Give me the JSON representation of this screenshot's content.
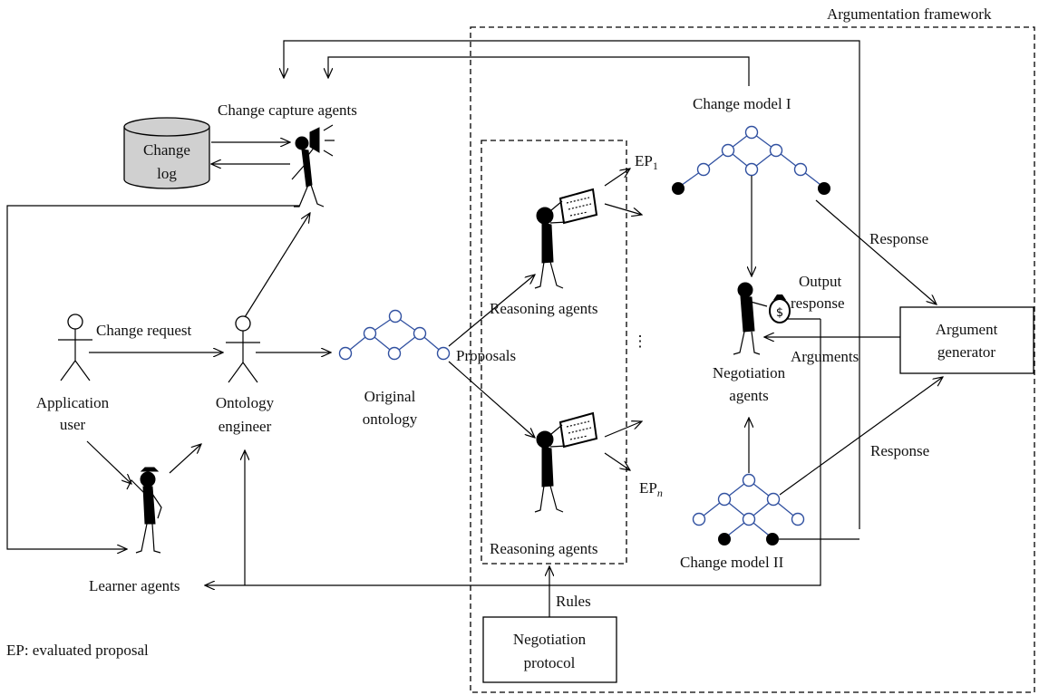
{
  "labels": {
    "framework": "Argumentation framework",
    "change_capture_agents": "Change capture agents",
    "change_log_line1": "Change",
    "change_log_line2": "log",
    "change_model_1": "Change model I",
    "change_model_2": "Change model II",
    "ep1_base": "EP",
    "ep1_sub": "1",
    "epn_base": "EP",
    "epn_sub": "n",
    "response_top": "Response",
    "response_bottom": "Response",
    "output_response_line1": "Output",
    "output_response_line2": "response",
    "reasoning_agents_top": "Reasoning agents",
    "reasoning_agents_bottom": "Reasoning agents",
    "proposals": "Proposals",
    "ellipsis": "⋮",
    "arguments": "Arguments",
    "argument_generator_line1": "Argument",
    "argument_generator_line2": "generator",
    "negotiation_agents_line1": "Negotiation",
    "negotiation_agents_line2": "agents",
    "change_request": "Change request",
    "application_user_line1": "Application",
    "application_user_line2": "user",
    "ontology_engineer_line1": "Ontology",
    "ontology_engineer_line2": "engineer",
    "original_ontology_line1": "Original",
    "original_ontology_line2": "ontology",
    "learner_agents": "Learner agents",
    "rules": "Rules",
    "negotiation_protocol_line1": "Negotiation",
    "negotiation_protocol_line2": "protocol",
    "ep_legend": "EP: evaluated proposal"
  },
  "colors": {
    "tree": "#3050a0",
    "cylinder": "#d0d0d0"
  }
}
